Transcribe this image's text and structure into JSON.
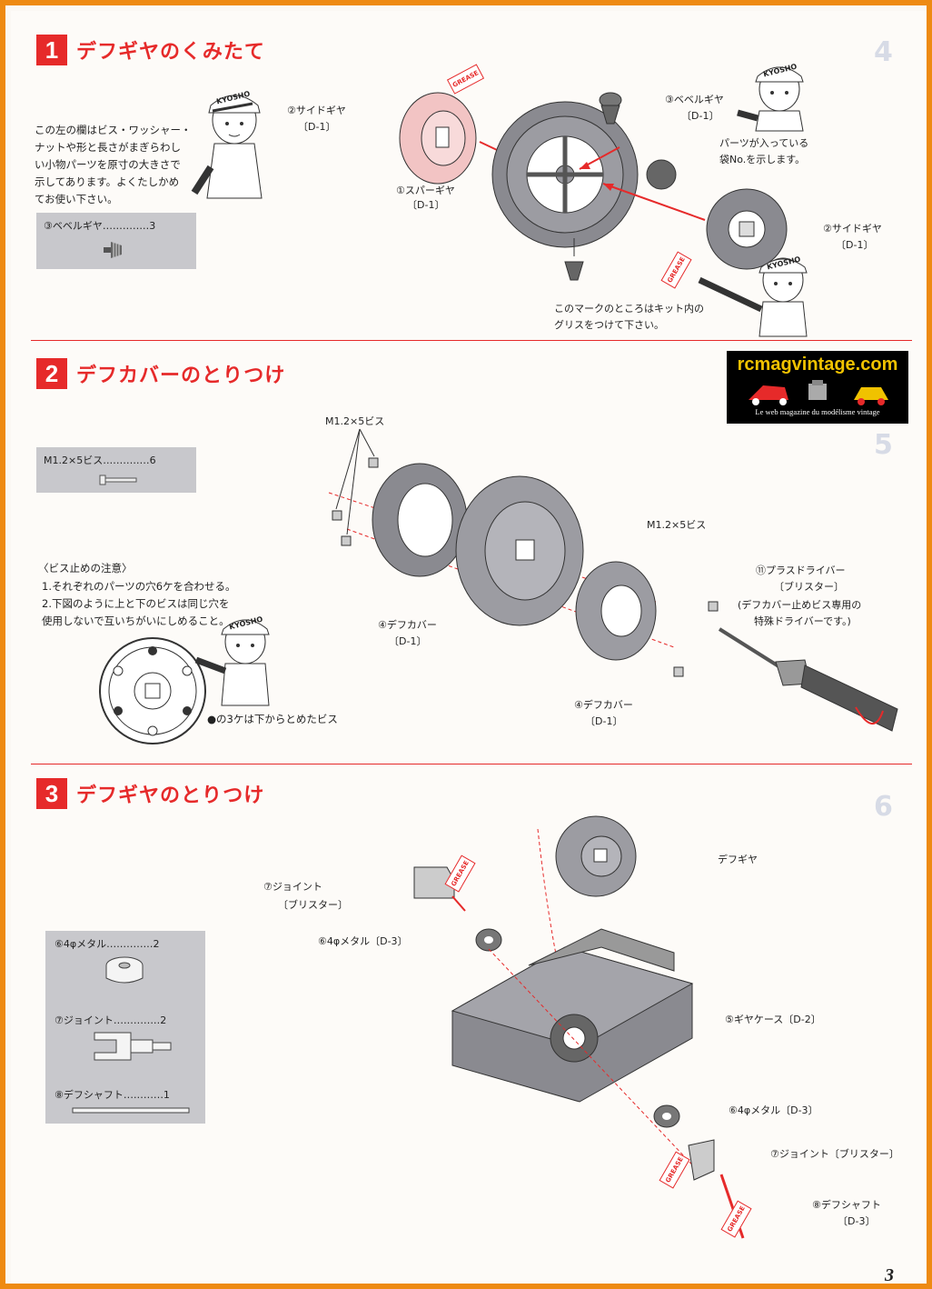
{
  "branding": {
    "site": "rcmagvintage.com",
    "tagline": "Le web magazine du modélisme vintage"
  },
  "page_number": "3",
  "section1": {
    "num": "1",
    "title": "デフギヤのくみたて",
    "note_lines": [
      "この左の欄はビス・ワッシャー・",
      "ナットや形と長さがまぎらわし",
      "い小物パーツを原寸の大きさで",
      "示してあります。よくたしかめ",
      "てお使い下さい。"
    ],
    "part_box": "③ベベルギヤ‥‥‥‥‥‥‥3",
    "labels": {
      "side_gear_top": "②サイドギヤ",
      "side_gear_top_code": "〔D-1〕",
      "bevel": "③ベベルギヤ",
      "bevel_code": "〔D-1〕",
      "spur": "①スパーギヤ",
      "spur_code": "〔D-1〕",
      "side_gear_right": "②サイドギヤ",
      "side_gear_right_code": "〔D-1〕",
      "bag_note_1": "パーツが入っている",
      "bag_note_2": "袋No.を示します。",
      "grease_note_1": "このマークのところはキット内の",
      "grease_note_2": "グリスをつけて下さい。"
    },
    "badges": {
      "cap": "KYOSHO",
      "grease": "GREASE"
    }
  },
  "section2": {
    "num": "2",
    "title": "デフカバーのとりつけ",
    "part_box": "M1.2×5ビス‥‥‥‥‥‥‥6",
    "screw_label_top": "M1.2×5ビス",
    "screw_label_right": "M1.2×5ビス",
    "caution_title": "〈ビス止めの注意〉",
    "caution_lines": [
      "1.それぞれのパーツの穴6ケを合わせる。",
      "2.下図のように上と下のビスは同じ穴を",
      "  使用しないで互いちがいにしめること。"
    ],
    "dot_note": "●の3ケは下からとめたビス",
    "labels": {
      "cover_left": "④デフカバー",
      "cover_left_code": "〔D-1〕",
      "cover_right": "④デフカバー",
      "cover_right_code": "〔D-1〕",
      "driver": "⑪プラスドライバー",
      "driver_code": "〔ブリスター〕",
      "driver_note_1": "(デフカバー止めビス専用の",
      "driver_note_2": "特殊ドライバーです。)"
    }
  },
  "section3": {
    "num": "3",
    "title": "デフギヤのとりつけ",
    "parts": [
      "⑥4φメタル‥‥‥‥‥‥‥2",
      "⑦ジョイント‥‥‥‥‥‥‥2",
      "⑧デフシャフト‥‥‥‥‥‥1"
    ],
    "labels": {
      "diff_gear": "デフギヤ",
      "joint_top": "⑦ジョイント",
      "joint_top_code": "〔ブリスター〕",
      "metal_top": "⑥4φメタル〔D-3〕",
      "gear_case": "⑤ギヤケース〔D-2〕",
      "metal_bottom": "⑥4φメタル〔D-3〕",
      "joint_bottom": "⑦ジョイント〔ブリスター〕",
      "shaft": "⑧デフシャフト",
      "shaft_code": "〔D-3〕"
    }
  },
  "ghost_text": {
    "s4": "4",
    "s5": "5",
    "s6": "6"
  },
  "colors": {
    "accent": "#e62a2a",
    "frame": "#ee8a12",
    "box": "#c8c8cc",
    "part": "#8a8a90"
  }
}
